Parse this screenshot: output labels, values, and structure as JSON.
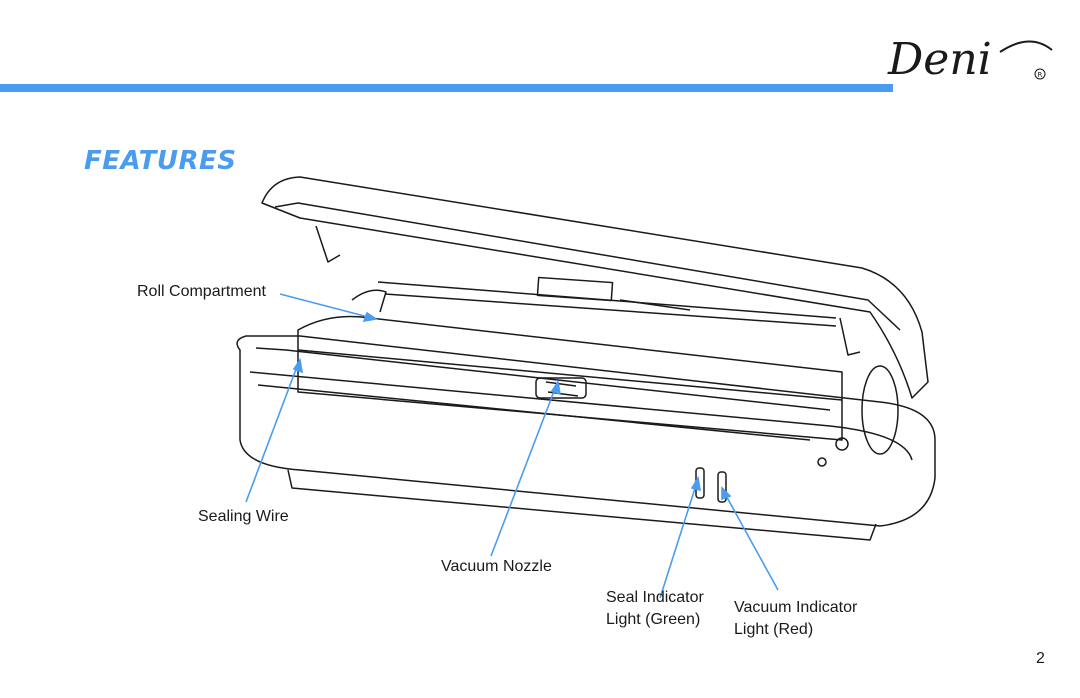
{
  "brand": {
    "logo_text": "Deni"
  },
  "section": {
    "title": "FEATURES"
  },
  "colors": {
    "accent": "#4a9cf0",
    "callout": "#4a9cf0",
    "ink": "#1a1a1a"
  },
  "callouts": {
    "roll_compartment": "Roll Compartment",
    "sealing_wire": "Sealing Wire",
    "vacuum_nozzle": "Vacuum Nozzle",
    "seal_indicator_line1": "Seal Indicator",
    "seal_indicator_line2": "Light (Green)",
    "vacuum_indicator_line1": "Vacuum Indicator",
    "vacuum_indicator_line2": "Light (Red)"
  },
  "page": {
    "number": "2"
  }
}
